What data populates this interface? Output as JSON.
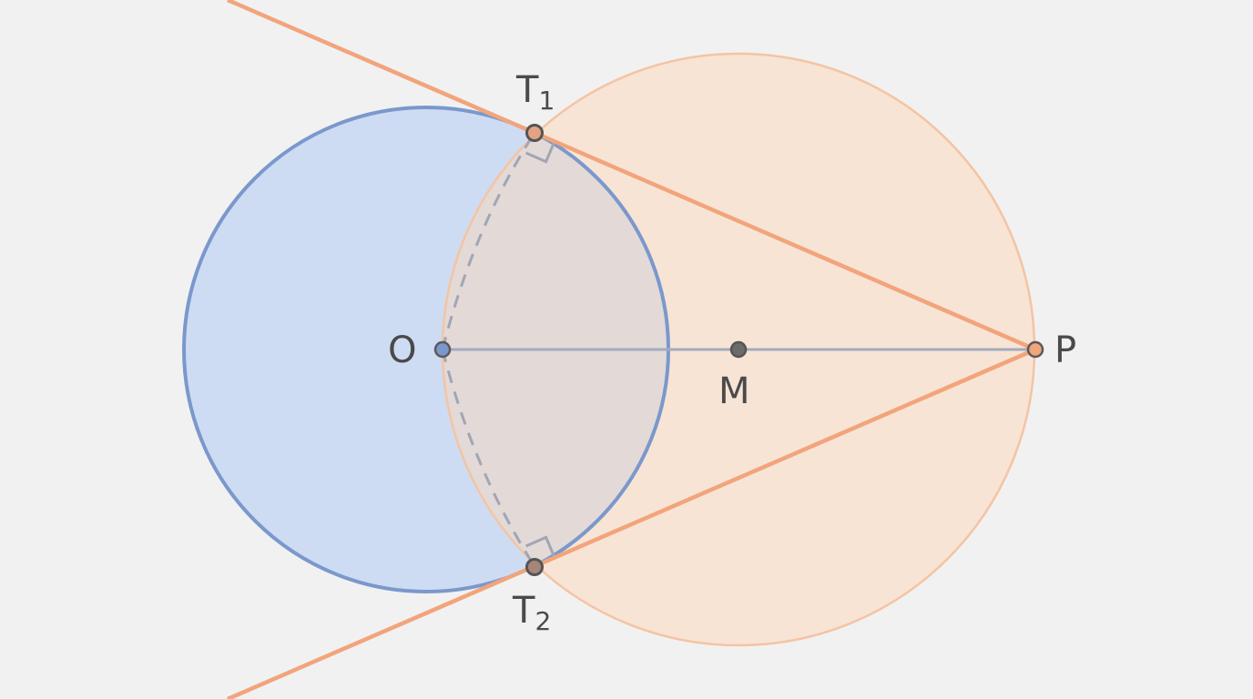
{
  "labels": {
    "O": "O",
    "M": "M",
    "P": "P",
    "T1": {
      "main": "T",
      "sub": "1"
    },
    "T2": {
      "main": "T",
      "sub": "2"
    }
  },
  "colors": {
    "background": "#f1f1f1",
    "circle_o_fill": "#cddcf3",
    "circle_o_stroke": "#7b98cc",
    "circle_m_fill": "#ffd5b4",
    "circle_m_stroke": "#f4c4a4",
    "tangent": "#f2a47b",
    "segment": "#a3aac0",
    "dashed": "#a0a6b4",
    "point": "#6b6b6b"
  }
}
